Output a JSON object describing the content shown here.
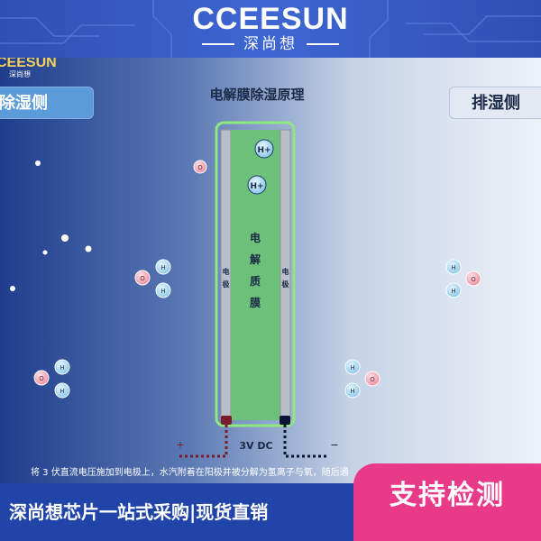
{
  "brand": {
    "name": "CCEESUN",
    "subtitle": "深尚想"
  },
  "corner_logo": {
    "name": "CEESUN",
    "subtitle": "深尚想"
  },
  "diagram": {
    "title": "电解膜除湿原理",
    "left_side_label": "除湿侧",
    "right_side_label": "排湿侧",
    "electrolyte_chars": [
      "电",
      "解",
      "质",
      "膜"
    ],
    "electrode_chars": [
      "电",
      "极"
    ],
    "proton_label": "H+",
    "hydrogen_label": "H",
    "oxygen_label": "O",
    "voltage_label": "3V DC",
    "plus_sign": "+",
    "minus_sign": "−",
    "caption": "将 3 伏直流电压施加到电极上，水汽附着在阳极并被分解为氢离子与氧，随后通"
  },
  "footer": {
    "slogan": "深尚想芯片一站式采购|现货直销",
    "badge": "支持检测"
  },
  "colors": {
    "banner": "#3e66d2",
    "electrolyte": "#6cc07a",
    "electrode": "#b9bfc8",
    "membrane_outline": "#8ee87f",
    "oxygen": "#f3a1ad",
    "hydrogen": "#aed8f0",
    "badge": "#e83a88",
    "anode_wire": "#7a1c2a",
    "cathode_wire": "#0b1430"
  }
}
